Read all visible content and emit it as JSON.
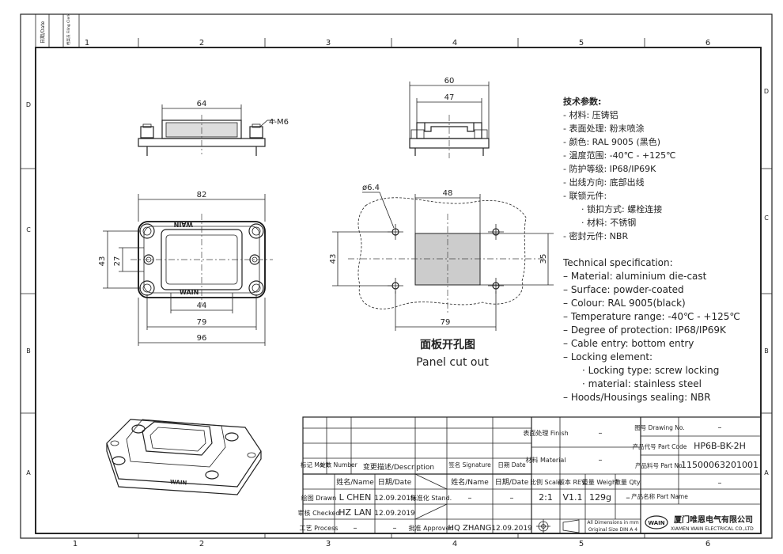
{
  "frame": {
    "top_numbers": [
      "1",
      "2",
      "3",
      "4",
      "5",
      "6"
    ],
    "bottom_numbers": [
      "1",
      "2",
      "3",
      "4",
      "5",
      "6"
    ],
    "side_letters": [
      "D",
      "C",
      "B",
      "A"
    ],
    "corner_labels": [
      "日期/Date",
      "档案员 Filing Clerk"
    ]
  },
  "dims": {
    "top_view_width": "64",
    "thread": "4-M6",
    "end_view_width": "60",
    "end_view_inner": "47",
    "front_82": "82",
    "front_44": "44",
    "front_79": "79",
    "front_96": "96",
    "front_h43": "43",
    "front_h27": "27",
    "cut_hole": "ø6.4",
    "cut_48": "48",
    "cut_79": "79",
    "cut_h43": "43",
    "cut_h35": "35"
  },
  "brand_mark": "WAIN",
  "cutout": {
    "title_cn": "面板开孔图",
    "title_en": "Panel cut out"
  },
  "spec_cn": [
    "技术参数:",
    "- 材料: 压铸铝",
    "- 表面处理: 粉末喷涂",
    "- 颜色: RAL 9005 (黑色)",
    "- 温度范围: -40℃ - +125℃",
    "- 防护等级: IP68/IP69K",
    "- 出线方向: 底部出线",
    "- 联锁元件:",
    "· 锁扣方式: 螺栓连接",
    "· 材料: 不锈钢",
    "- 密封元件: NBR"
  ],
  "spec_en": [
    "Technical specification:",
    "– Material: aluminium die-cast",
    "– Surface: powder-coated",
    "– Colour: RAL 9005(black)",
    "– Temperature range: -40℃ - +125℃",
    "– Degree of protection: IP68/IP69K",
    "– Cable entry: bottom entry",
    "– Locking element:",
    "· Locking type: screw locking",
    "· material: stainless steel",
    "– Hoods/Housings sealing: NBR"
  ],
  "title_block": {
    "mark": "标记 Mark",
    "number": "处数 Number",
    "description": "变更描述/Description",
    "signature": "签名 Signature",
    "date": "日期 Date",
    "name_hdr": "姓名/Name",
    "date_hdr": "日期/Date",
    "drawn": "绘图 Drawn",
    "checked": "审核 Checked",
    "process": "工艺 Process",
    "stand": "标准化 Stand.",
    "approved": "批准 Approved",
    "drawn_name": "L CHEN",
    "drawn_date": "12.09.2019",
    "checked_name": "HZ LAN",
    "checked_date": "12.09.2019",
    "stand_name": "–",
    "stand_date": "–",
    "process_name": "–",
    "process_date": "–",
    "approved_name": "HQ ZHANG",
    "approved_date": "12.09.2019",
    "finish_label": "表面处理 Finish",
    "finish_value": "–",
    "material_label": "材料 Material",
    "material_value": "–",
    "scale_label": "比例 Scale",
    "rev_label": "版本 REV.",
    "weight_label": "重量 Weight",
    "qty_label": "数量 Qty.",
    "scale": "2:1",
    "rev": "V1.1",
    "weight": "129g",
    "qty": "–",
    "dims_note1": "All Dimensions in mm",
    "dims_note2": "Original Size DIN A 4",
    "drawing_no_label": "图号 Drawing No.",
    "drawing_no": "–",
    "part_code_label": "产品代号 Part Code",
    "part_code": "HP6B-BK-2H",
    "part_no_label": "产品料号 Part No.",
    "part_no": "11500063201001",
    "part_name_label": "产品名称 Part Name",
    "part_name": "–",
    "company_logo": "WAIN",
    "company_cn": "厦门唯恩电气有限公司",
    "company_en": "XIAMEN WAIN ELECTRICAL CO.,LTD"
  }
}
